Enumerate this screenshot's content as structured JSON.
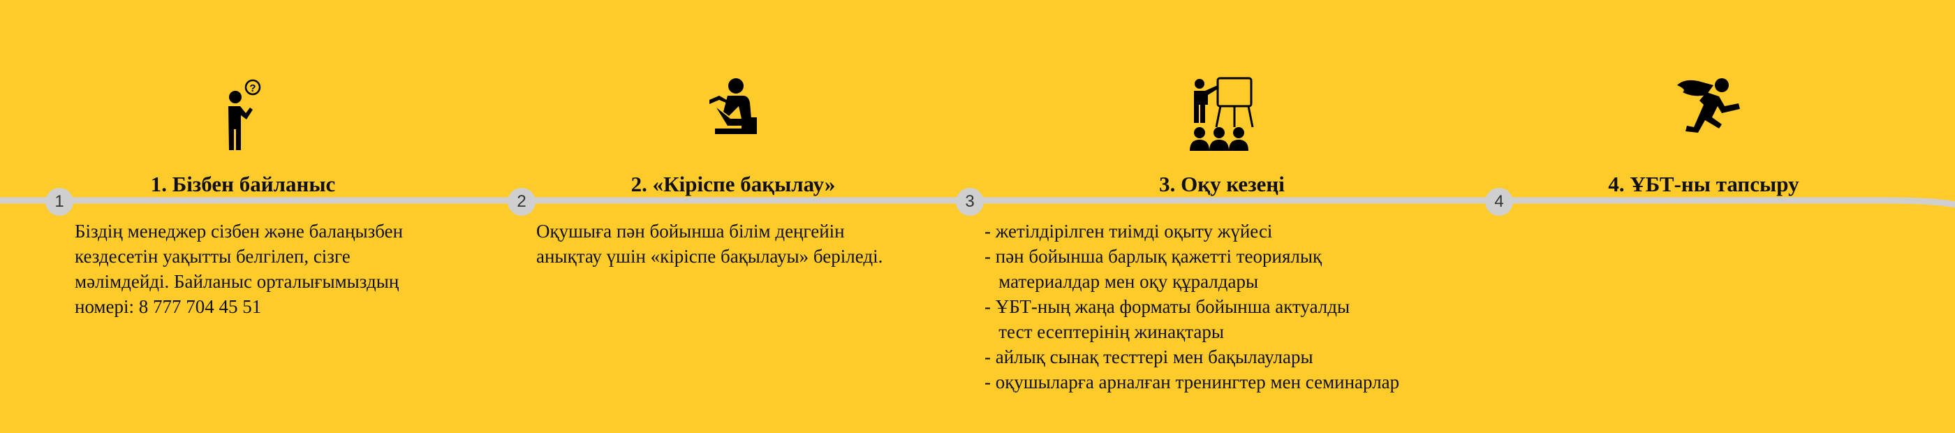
{
  "steps": [
    {
      "number": "1",
      "title": "1. Бізбен байланыс",
      "icon": "person-question-icon",
      "description": "Біздің менеджер сізбен және балаңызбен\nкездесетін уақытты белгілеп, сізге\nмәлімдейді. Байланыс орталығымыздың\nномері: 8 777 704 45 51"
    },
    {
      "number": "2",
      "title": "2. «Кіріспе бақылау»",
      "icon": "reading-person-icon",
      "description": "Оқушыға пән бойынша білім деңгейін\nанықтау үшін «кіріспе бақылауы» беріледі."
    },
    {
      "number": "3",
      "title": "3. Оқу кезеңі",
      "icon": "teacher-board-icon",
      "items": [
        "- жетілдірілген тиімді оқыту жүйесі",
        "- пән бойынша барлық қажетті теориялық",
        "   материалдар мен оқу құралдары",
        "- ҰБТ-ның жаңа форматы бойынша актуалды",
        "   тест есептерінің жинақтары",
        "- айлық сынақ тесттері мен бақылаулары",
        "- оқушыларға арналған тренингтер мен семинарлар"
      ]
    },
    {
      "number": "4",
      "title": "4. ҰБТ-ны тапсыру",
      "icon": "running-hero-icon"
    }
  ],
  "colors": {
    "background": "#FFCB2B",
    "line": "#CFCFCF",
    "text": "#111111"
  }
}
